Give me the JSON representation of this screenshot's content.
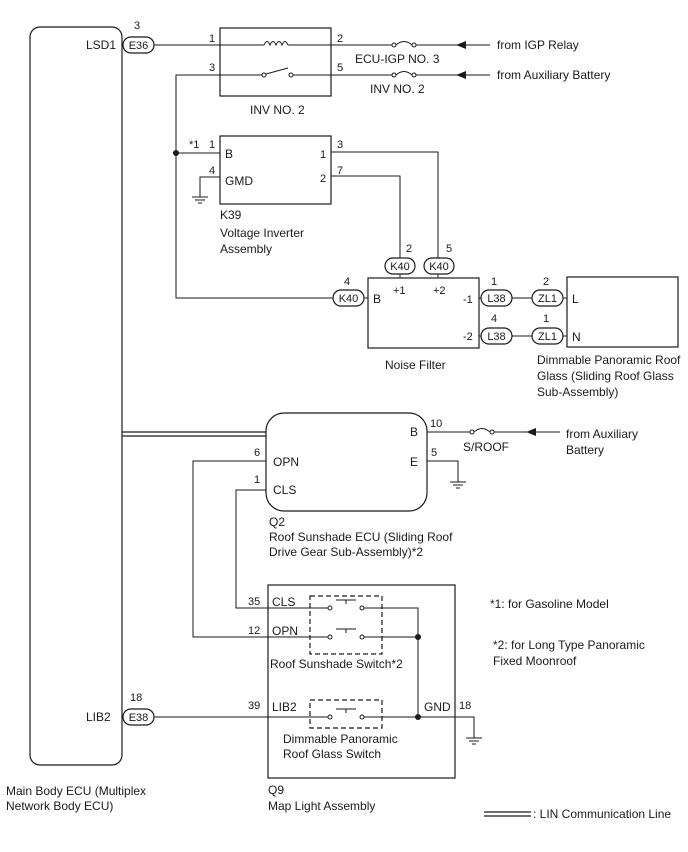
{
  "ecu": {
    "name_line1": "Main Body ECU (Multiplex",
    "name_line2": "Network Body ECU)",
    "lsd1": "LSD1",
    "lib2": "LIB2"
  },
  "connectors": {
    "e36": {
      "label": "E36",
      "pin": "3"
    },
    "e38": {
      "label": "E38",
      "pin": "18"
    },
    "k40a": {
      "label": "K40",
      "pin": "2"
    },
    "k40b": {
      "label": "K40",
      "pin": "5"
    },
    "k40c": {
      "label": "K40",
      "pin": "4"
    },
    "l38a": {
      "label": "L38",
      "pin": "1"
    },
    "l38b": {
      "label": "L38",
      "pin": "4"
    },
    "zl1a": {
      "label": "ZL1",
      "pin": "2"
    },
    "zl1b": {
      "label": "ZL1",
      "pin": "1"
    }
  },
  "inv": {
    "label": "INV NO. 2",
    "pin1": "1",
    "pin2": "2",
    "pin3": "3",
    "pin5": "5"
  },
  "fuses": {
    "ecu_igp": "ECU-IGP NO. 3",
    "inv2": "INV NO. 2",
    "sroof": "S/ROOF"
  },
  "sources": {
    "igp": "from IGP Relay",
    "aux1": "from Auxiliary Battery",
    "aux2_line1": "from Auxiliary",
    "aux2_line2": "Battery"
  },
  "k39": {
    "code": "K39",
    "name_line1": "Voltage Inverter",
    "name_line2": "Assembly",
    "b": "B",
    "gmd": "GMD",
    "pin1l": "1",
    "pin4": "4",
    "pin1r": "1",
    "pin2": "2",
    "pin3": "3",
    "pin7": "7",
    "note": "*1"
  },
  "noise": {
    "name": "Noise Filter",
    "b": "B",
    "p1": "+1",
    "p2": "+2",
    "m1": "-1",
    "m2": "-2"
  },
  "glass": {
    "name_line1": "Dimmable Panoramic Roof",
    "name_line2": "Glass (Sliding Roof Glass",
    "name_line3": "Sub-Assembly)",
    "l": "L",
    "n": "N"
  },
  "q2": {
    "code": "Q2",
    "name_line1": "Roof Sunshade ECU (Sliding Roof",
    "name_line2": "Drive Gear Sub-Assembly)*2",
    "opn": "OPN",
    "cls": "CLS",
    "b": "B",
    "e": "E",
    "pin6": "6",
    "pin1": "1",
    "pin10": "10",
    "pin5": "5"
  },
  "q9": {
    "code": "Q9",
    "name": "Map Light Assembly",
    "cls": "CLS",
    "opn": "OPN",
    "lib2": "LIB2",
    "gnd": "GND",
    "pin35": "35",
    "pin12": "12",
    "pin39": "39",
    "pin18": "18",
    "sw1": "Roof Sunshade Switch*2",
    "sw2_line1": "Dimmable Panoramic",
    "sw2_line2": "Roof Glass Switch"
  },
  "notes": {
    "n1": "*1: for Gasoline Model",
    "n2_line1": "*2: for Long Type Panoramic",
    "n2_line2": "Fixed Moonroof"
  },
  "legend": {
    "lin": ": LIN Communication Line"
  }
}
